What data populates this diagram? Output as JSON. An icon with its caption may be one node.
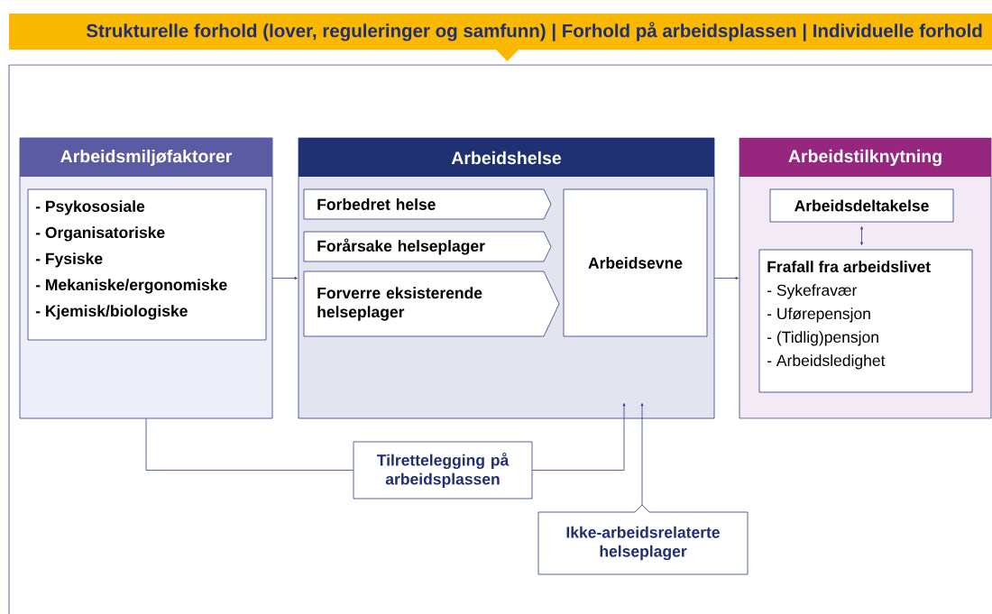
{
  "diagram": {
    "title": "Strukturelle forhold (lover, reguleringer og samfunn) | Forhold på arbeidsplassen | Individuelle forhold",
    "nodes": [
      {
        "text": [
          "Arbeidsmiljøfaktorer"
        ]
      },
      {
        "text": [
          "- Psykososiale",
          "- Organisatoriske",
          "- Fysiske",
          "- Mekaniske/ergonomiske",
          "- Kjemisk/biologiske"
        ],
        "in": 0
      },
      {
        "text": [
          "Arbeidshelse"
        ]
      },
      {
        "text": [
          "Forbedret helse"
        ],
        "in": 2
      },
      {
        "text": [
          "Forårsake helseplager"
        ],
        "in": 2
      },
      {
        "text": [
          "Forverre eksisterende helseplager"
        ],
        "in": 2
      },
      {
        "text": [
          "Arbeidsevne"
        ],
        "in": 2
      },
      {
        "text": [
          "Arbeidstilknytning"
        ]
      },
      {
        "text": [
          "Arbeidsdeltakelse"
        ],
        "in": 7
      },
      {
        "text": [
          "Frafall fra arbeidslivet",
          "- Sykefravær",
          "- Uførepensjon",
          "- (Tidlig)pensjon",
          "- Arbeidsledighet"
        ],
        "in": 7
      },
      {
        "text": [
          "Tilrettelegging på arbeidsplassen"
        ]
      },
      {
        "text": [
          "Ikke-arbeidsrelaterte helseplager"
        ]
      }
    ],
    "edges": [
      {
        "from": 0,
        "to": 2,
        "arrow": "to"
      },
      {
        "from": 2,
        "to": 7,
        "arrow": "to"
      },
      {
        "from": 8,
        "to": 9,
        "arrow": "both"
      },
      {
        "from": 0,
        "to": 10,
        "arrow": "none"
      },
      {
        "from": 10,
        "to": 2,
        "arrow": "to"
      },
      {
        "from": 11,
        "to": 2,
        "arrow": "to"
      }
    ]
  }
}
